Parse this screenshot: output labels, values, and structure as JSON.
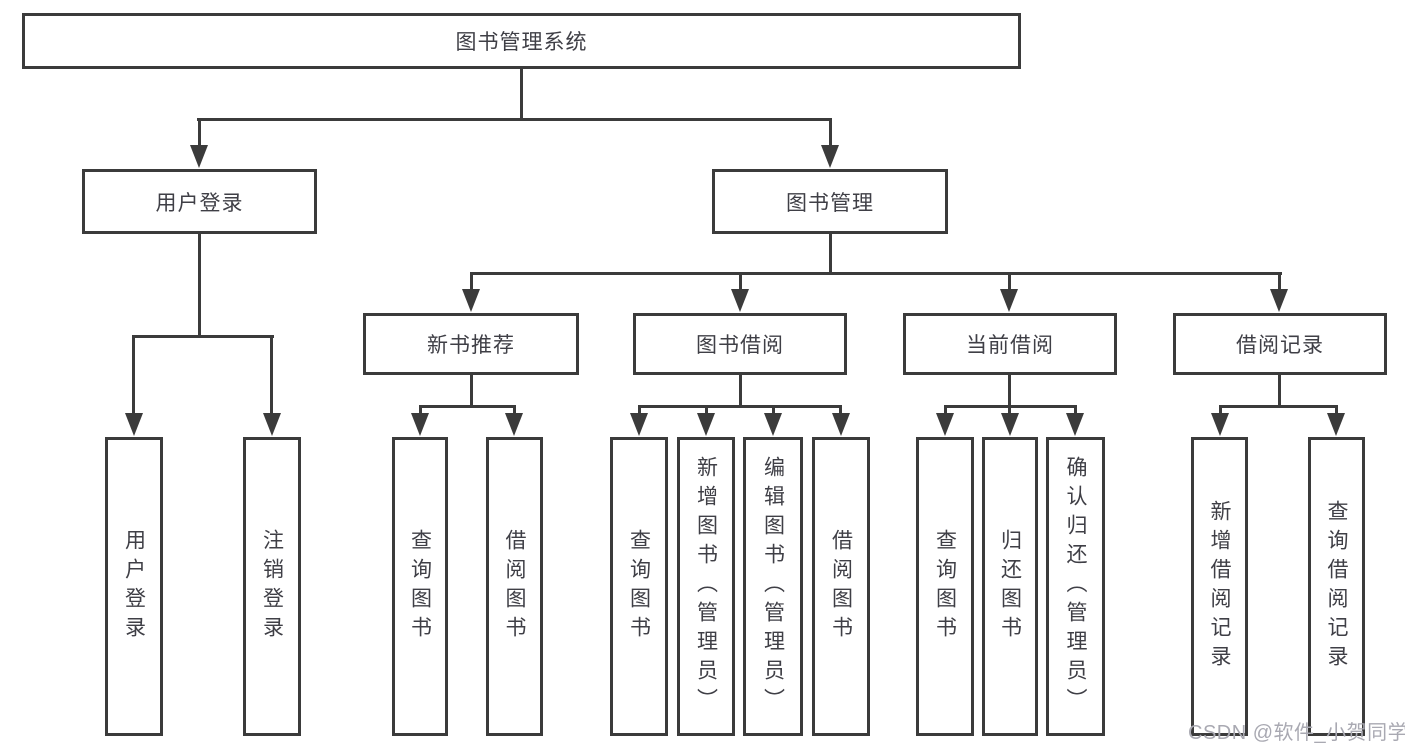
{
  "tree": {
    "root": {
      "label": "图书管理系统",
      "children": [
        {
          "label": "用户登录",
          "children": [
            {
              "label": "用户登录"
            },
            {
              "label": "注销登录"
            }
          ]
        },
        {
          "label": "图书管理",
          "children": [
            {
              "label": "新书推荐",
              "children": [
                {
                  "label": "查询图书"
                },
                {
                  "label": "借阅图书"
                }
              ]
            },
            {
              "label": "图书借阅",
              "children": [
                {
                  "label": "查询图书"
                },
                {
                  "label": "新增图书（管理员）"
                },
                {
                  "label": "编辑图书（管理员）"
                },
                {
                  "label": "借阅图书"
                }
              ]
            },
            {
              "label": "当前借阅",
              "children": [
                {
                  "label": "查询图书"
                },
                {
                  "label": "归还图书"
                },
                {
                  "label": "确认归还（管理员）"
                }
              ]
            },
            {
              "label": "借阅记录",
              "children": [
                {
                  "label": "新增借阅记录"
                },
                {
                  "label": "查询借阅记录"
                }
              ]
            }
          ]
        }
      ]
    }
  },
  "watermark": {
    "text": "CSDN @软件_小贺同学"
  },
  "colors": {
    "border": "#3b3b3b",
    "line": "#3b3b3b",
    "text": "#3f3f46",
    "watermark": "#a9a9b2",
    "background": "#ffffff"
  }
}
